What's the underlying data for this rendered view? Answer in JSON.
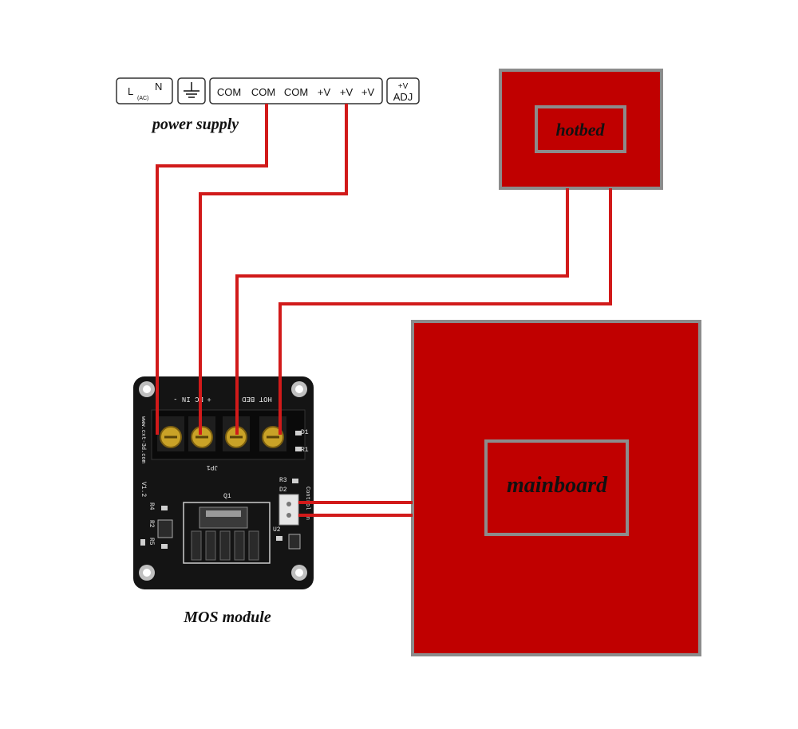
{
  "colors": {
    "wire": "#d11a1a",
    "block_fill": "#c00000",
    "block_border": "#8c8c8c",
    "pcb": "#141414",
    "screw": "#c9a227"
  },
  "power_supply": {
    "caption": "power supply",
    "terminal_l": "L",
    "terminal_ac": "(AC)",
    "terminal_n": "N",
    "ground_icon": "ground-icon",
    "outputs": [
      "COM",
      "COM",
      "COM",
      "+V",
      "+V",
      "+V"
    ],
    "adj_top": "+V",
    "adj_bottom": "ADJ"
  },
  "hotbed": {
    "label": "hotbed"
  },
  "mainboard": {
    "label": "mainboard"
  },
  "mos_module": {
    "caption": "MOS module",
    "silk_dc_in": "DC IN -",
    "silk_plus": "+",
    "silk_hot_bed": "HOT BED",
    "silk_url": "www.cxt-3d.com",
    "silk_version": "V1.2",
    "silk_jp1": "JP1",
    "silk_q1": "Q1",
    "silk_u2": "U2",
    "silk_r1": "R1",
    "silk_r2": "R2",
    "silk_r3": "R3",
    "silk_r4": "R4",
    "silk_r5": "R5",
    "silk_d1": "D1",
    "silk_d2": "D2",
    "silk_control_in": "Control in"
  }
}
